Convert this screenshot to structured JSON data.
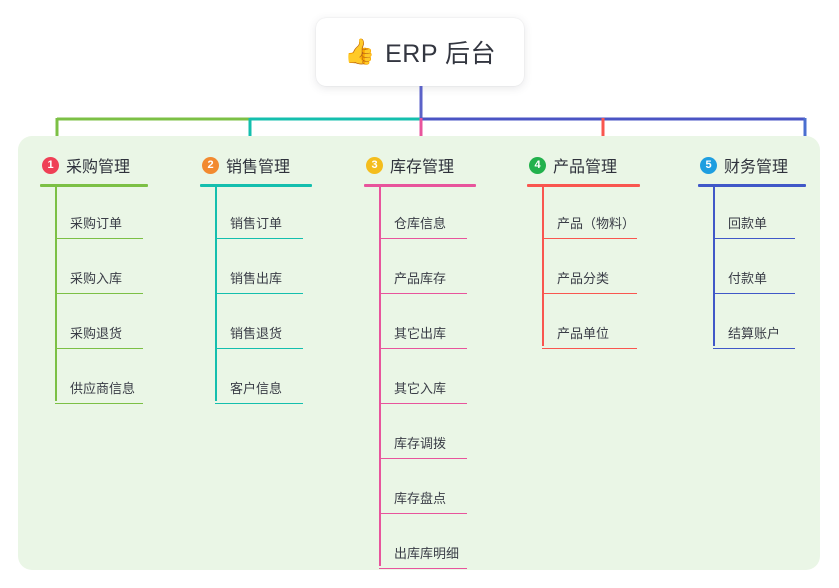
{
  "diagram": {
    "type": "mind-map",
    "root": {
      "icon": "thumbs-up-icon",
      "icon_glyph": "👍",
      "title": "ERP 后台"
    },
    "panel_color": "#eaf6e6",
    "root_stem_color": "#5b62c8",
    "branches": [
      {
        "number": "1",
        "title": "采购管理",
        "badge_color": "#ef4056",
        "line_color": "#7cc045",
        "leaves": [
          "采购订单",
          "采购入库",
          "采购退货",
          "供应商信息"
        ]
      },
      {
        "number": "2",
        "title": "销售管理",
        "badge_color": "#f28a30",
        "line_color": "#14bfae",
        "leaves": [
          "销售订单",
          "销售出库",
          "销售退货",
          "客户信息"
        ]
      },
      {
        "number": "3",
        "title": "库存管理",
        "badge_color": "#f4bd1d",
        "line_color": "#e8549c",
        "leaves": [
          "仓库信息",
          "产品库存",
          "其它出库",
          "其它入库",
          "库存调拨",
          "库存盘点",
          "出库库明细"
        ]
      },
      {
        "number": "4",
        "title": "产品管理",
        "badge_color": "#22b14c",
        "line_color": "#f9564f",
        "leaves": [
          "产品（物料）",
          "产品分类",
          "产品单位"
        ]
      },
      {
        "number": "5",
        "title": "财务管理",
        "badge_color": "#1e9ee0",
        "line_color": "#4058c8",
        "leaves": [
          "回款单",
          "付款单",
          "结算账户"
        ]
      }
    ]
  }
}
